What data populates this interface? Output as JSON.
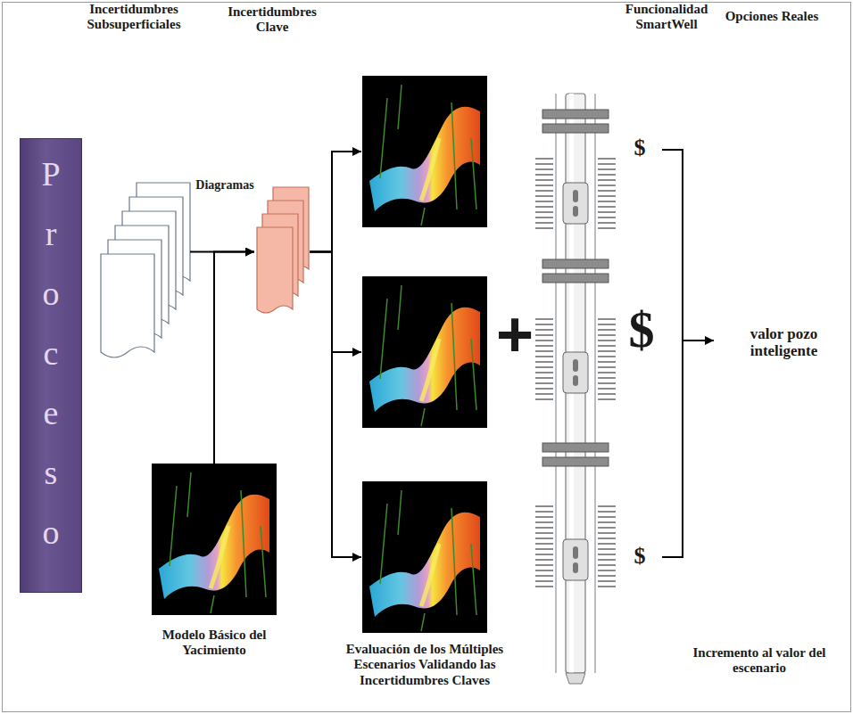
{
  "diagram": {
    "nodes": [
      {
        "text": [
          "Proceso"
        ]
      },
      {
        "text": [
          "Incertidumbres Subsuperficiales"
        ]
      },
      {
        "text": [
          "Incertidumbres Clave"
        ]
      },
      {
        "text": [
          "Modelo Básico del Yacimiento"
        ]
      },
      {
        "text": []
      },
      {
        "text": []
      },
      {
        "text": [
          "Evaluación de los Múltiples Escenarios Validando las Incertidumbres Claves"
        ]
      },
      {
        "text": [
          "Funcionalidad SmartWell"
        ]
      }
    ],
    "edges": [
      {
        "from": 1,
        "to": 2,
        "label": "Diagramas",
        "arrow": "to"
      },
      {
        "from": 3,
        "to": 2,
        "arrow": "to"
      },
      {
        "from": 2,
        "to": 4,
        "arrow": "to"
      },
      {
        "from": 2,
        "to": 5,
        "arrow": "to"
      },
      {
        "from": 2,
        "to": 6,
        "arrow": "to"
      }
    ],
    "labels": [
      "+",
      "Opciones Reales",
      "$",
      "$",
      "$",
      "valor pozo inteligente",
      "Incremento al valor del escenario"
    ]
  }
}
